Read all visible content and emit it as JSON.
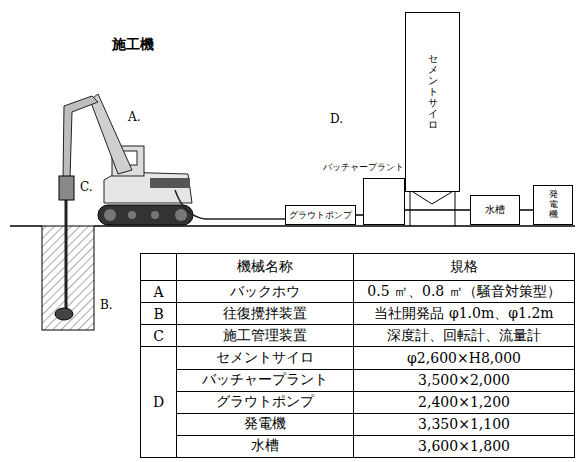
{
  "diagram": {
    "title": "施工機",
    "nodes": [
      {
        "text": [
          "グラウトポンプ"
        ]
      },
      {
        "text": [
          "バッチャープラント"
        ]
      },
      {
        "text": [
          "セメントサイロ"
        ]
      },
      {
        "text": [
          "水槽"
        ]
      },
      {
        "text": [
          "発電機"
        ]
      }
    ],
    "edges": [
      {
        "from": 0,
        "to": 1,
        "arrow": "none"
      },
      {
        "from": 1,
        "to": 3,
        "arrow": "none"
      },
      {
        "from": 3,
        "to": 4,
        "arrow": "none"
      }
    ],
    "labels": [
      "A.",
      "B.",
      "C.",
      "D.",
      "機械名称",
      "規格",
      "A",
      "バックホウ",
      "0.5 ㎡、0.8 ㎡（騒音対策型）",
      "B",
      "往復攪拌装置",
      "当社開発品 φ1.0m、φ1.2m",
      "C",
      "施工管理装置",
      "深度計、回転計、流量計",
      "D",
      "セメントサイロ",
      "φ2,600×H8,000",
      "バッチャープラント",
      "3,500×2,000",
      "グラウトポンプ",
      "2,400×1,200",
      "発電機",
      "3,350×1,100",
      "水槽",
      "3,600×1,800"
    ]
  }
}
